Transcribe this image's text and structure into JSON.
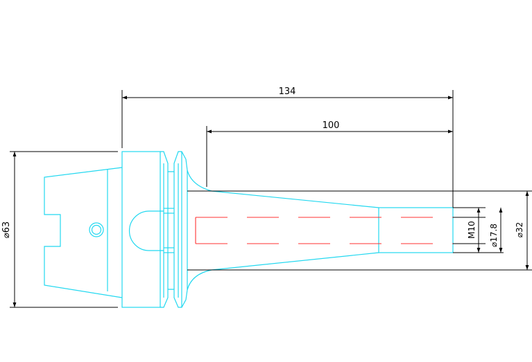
{
  "dimensions": {
    "overall_length": "134",
    "reach_length": "100",
    "flange_diameter": "⌀63",
    "thread": "M10",
    "bore_diameter": "⌀17.8",
    "nose_diameter": "⌀32"
  },
  "colors": {
    "part_outline": "#22d8f0",
    "centerline": "#ff3030",
    "dimension_line": "#000000",
    "background": "#ffffff"
  }
}
